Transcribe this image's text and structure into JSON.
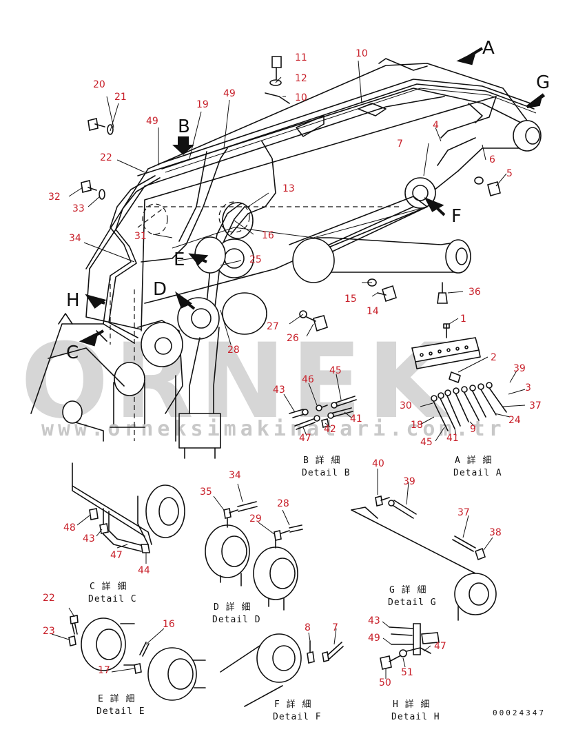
{
  "watermark": {
    "main": "ORNEK",
    "url": "www.orneksimakinalari.com.tr"
  },
  "drawing_code": "00024347",
  "view_letters": [
    "A",
    "B",
    "C",
    "D",
    "E",
    "F",
    "G",
    "H"
  ],
  "callouts": {
    "n1": "1",
    "n2": "2",
    "n3": "3",
    "n4": "4",
    "n5": "5",
    "n6": "6",
    "n7": "7",
    "n8": "8",
    "n9": "9",
    "n10": "10",
    "n11": "11",
    "n12": "12",
    "n13": "13",
    "n14": "14",
    "n15": "15",
    "n16": "16",
    "n17": "17",
    "n18": "18",
    "n19": "19",
    "n20": "20",
    "n21": "21",
    "n22": "22",
    "n23": "23",
    "n24": "24",
    "n25": "25",
    "n26": "26",
    "n27": "27",
    "n28": "28",
    "n29": "29",
    "n30": "30",
    "n31": "31",
    "n32": "32",
    "n33": "33",
    "n34": "34",
    "n35": "35",
    "n36": "36",
    "n37": "37",
    "n38": "38",
    "n39": "39",
    "n40": "40",
    "n41": "41",
    "n42": "42",
    "n43": "43",
    "n44": "44",
    "n45": "45",
    "n46": "46",
    "n47": "47",
    "n48": "48",
    "n49": "49",
    "n50": "50",
    "n51": "51"
  },
  "details": {
    "A": {
      "jp": "A 詳 細",
      "en": "Detail A"
    },
    "B": {
      "jp": "B 詳 細",
      "en": "Detail B"
    },
    "C": {
      "jp": "C 詳 細",
      "en": "Detail C"
    },
    "D": {
      "jp": "D 詳 細",
      "en": "Detail D"
    },
    "E": {
      "jp": "E 詳 細",
      "en": "Detail E"
    },
    "F": {
      "jp": "F 詳 細",
      "en": "Detail F"
    },
    "G": {
      "jp": "G 詳 細",
      "en": "Detail G"
    },
    "H": {
      "jp": "H 詳 細",
      "en": "Detail H"
    }
  }
}
